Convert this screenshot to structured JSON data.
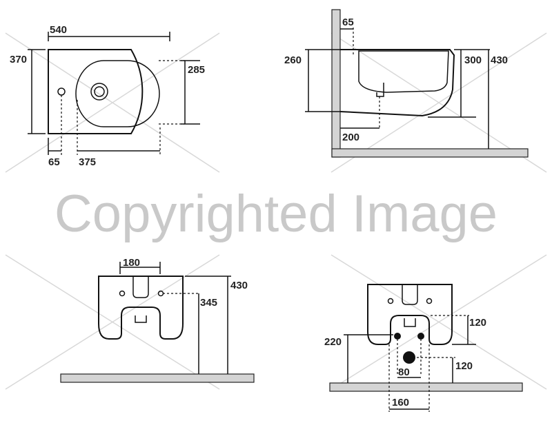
{
  "watermark": {
    "text": "Copyrighted Image"
  },
  "views": {
    "top": {
      "width": "540",
      "depth": "370",
      "bowl": "285",
      "hole_offset": "65",
      "bowl_length": "375"
    },
    "side": {
      "rim_setback": "65",
      "fixing_height": "260",
      "bowl_depth": "300",
      "rim_height": "430",
      "waste_projection": "200"
    },
    "front": {
      "fixing_centres": "180",
      "rim_height": "430",
      "fixing_height": "345"
    },
    "rear": {
      "waste_height": "120",
      "supply_height": "220",
      "waste_width": "80",
      "inlet_height": "120",
      "centres": "160"
    }
  }
}
